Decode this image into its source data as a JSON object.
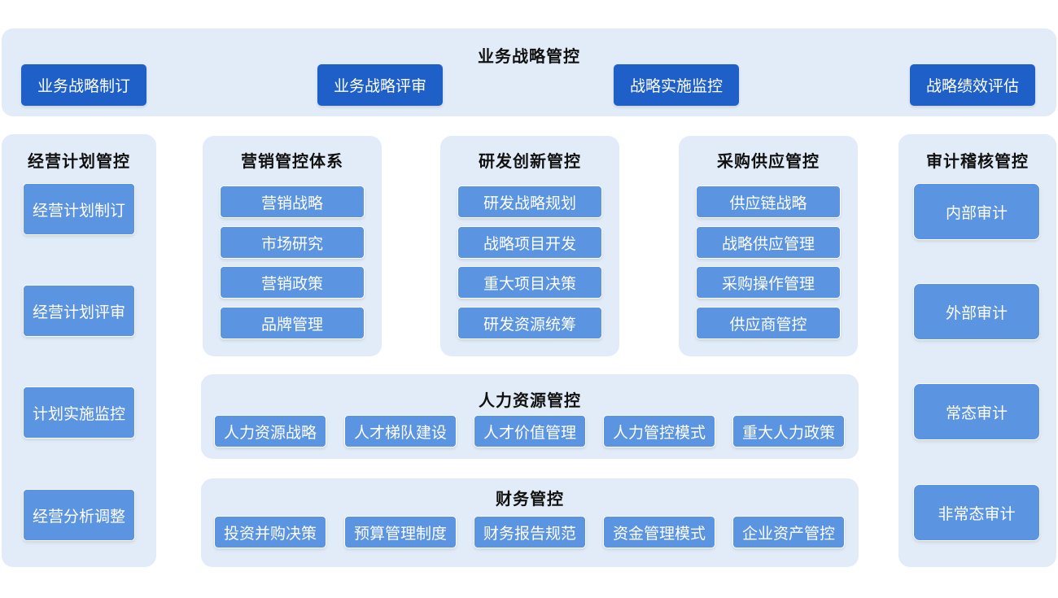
{
  "top": {
    "title": "业务战略管控",
    "items": [
      "业务战略制订",
      "业务战略评审",
      "战略实施监控",
      "战略绩效评估"
    ]
  },
  "left": {
    "title": "经营计划管控",
    "items": [
      "经营计划制订",
      "经营计划评审",
      "计划实施监控",
      "经营分析调整"
    ]
  },
  "marketing": {
    "title": "营销管控体系",
    "items": [
      "营销战略",
      "市场研究",
      "营销政策",
      "品牌管理"
    ]
  },
  "rnd": {
    "title": "研发创新管控",
    "items": [
      "研发战略规划",
      "战略项目开发",
      "重大项目决策",
      "研发资源统筹"
    ]
  },
  "purchase": {
    "title": "采购供应管控",
    "items": [
      "供应链战略",
      "战略供应管理",
      "采购操作管理",
      "供应商管控"
    ]
  },
  "right": {
    "title": "审计稽核管控",
    "items": [
      "内部审计",
      "外部审计",
      "常态审计",
      "非常态审计"
    ]
  },
  "hr": {
    "title": "人力资源管控",
    "items": [
      "人力资源战略",
      "人才梯队建设",
      "人才价值管理",
      "人力管控模式",
      "重大人力政策"
    ]
  },
  "finance": {
    "title": "财务管控",
    "items": [
      "投资并购决策",
      "预算管理制度",
      "财务报告规范",
      "资金管理模式",
      "企业资产管控"
    ]
  },
  "colors": {
    "panel_bg": "#e2ecf8",
    "dark_box": "#1f5fc8",
    "light_box": "#5b94e0",
    "title_text": "#111111"
  }
}
